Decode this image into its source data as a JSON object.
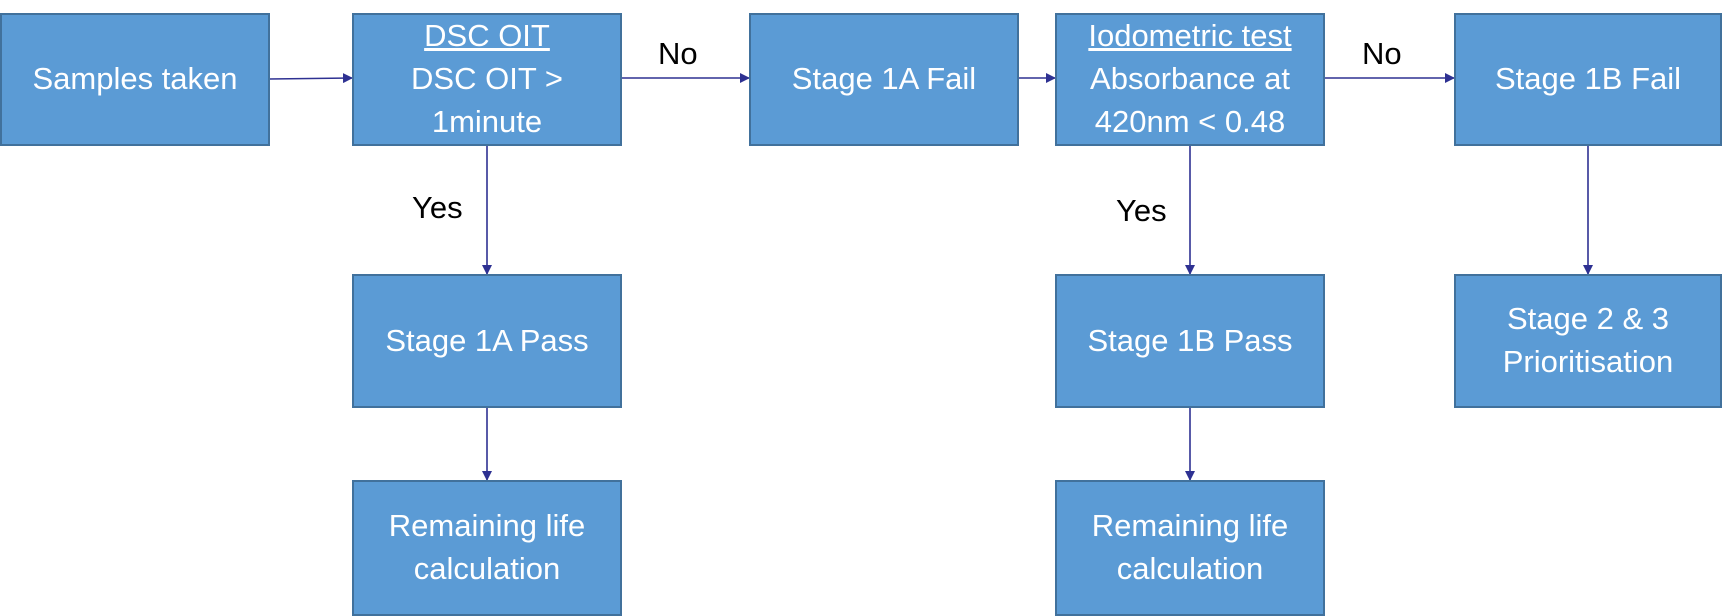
{
  "nodes": {
    "samples": {
      "lines": [
        "Samples taken"
      ]
    },
    "dsc_oit": {
      "title": "DSC OIT",
      "lines": [
        "DSC OIT >",
        "1minute"
      ]
    },
    "stage1a_fail": {
      "lines": [
        "Stage 1A Fail"
      ]
    },
    "iodometric": {
      "title": "Iodometric test",
      "lines": [
        "Absorbance at",
        "420nm < 0.48"
      ]
    },
    "stage1b_fail": {
      "lines": [
        "Stage 1B Fail"
      ]
    },
    "stage1a_pass": {
      "lines": [
        "Stage 1A Pass"
      ]
    },
    "stage1b_pass": {
      "lines": [
        "Stage 1B Pass"
      ]
    },
    "stage23": {
      "lines": [
        "Stage 2 & 3",
        "Prioritisation"
      ]
    },
    "remaining_a": {
      "lines": [
        "Remaining life",
        "calculation"
      ]
    },
    "remaining_b": {
      "lines": [
        "Remaining life",
        "calculation"
      ]
    }
  },
  "edge_labels": {
    "dsc_no": "No",
    "iod_no": "No",
    "dsc_yes": "Yes",
    "iod_yes": "Yes"
  },
  "colors": {
    "box_fill": "#5b9bd5",
    "box_border": "#41719c",
    "connector": "#2e3192",
    "box_text": "#ffffff"
  }
}
